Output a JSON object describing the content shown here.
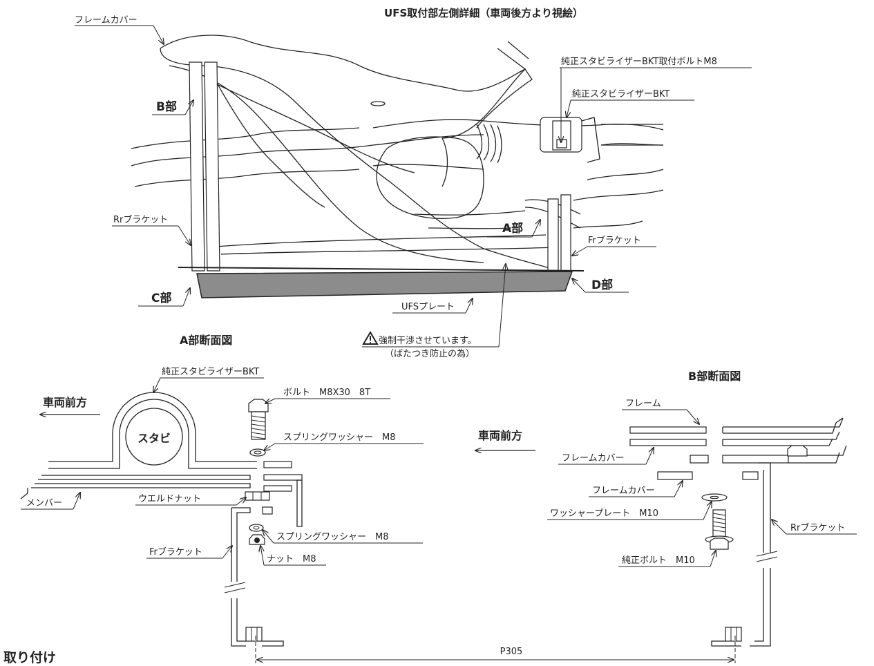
{
  "main_title": "UFS取付部左側詳細（車両後方より視絵）",
  "top_view": {
    "labels": {
      "frame_cover": "フレームカバー",
      "b_part": "B部",
      "stabilizer_bolt": "純正スタビライザーBKT取付ボルトM8",
      "stabilizer_bkt": "純正スタビライザーBKT",
      "rr_bracket": "Rrブラケット",
      "a_part": "A部",
      "fr_bracket": "Frブラケット",
      "c_part": "C部",
      "d_part": "D部",
      "ufs_plate": "UFSプレート",
      "warning_line1": "強制干渉させています。",
      "warning_line2": "（ばたつき防止の為）"
    },
    "warning_icon": "caution-triangle-icon"
  },
  "section_a": {
    "title": "A部断面図",
    "labels": {
      "stabilizer_bkt": "純正スタビライザーBKT",
      "vehicle_front": "車両前方",
      "stabi": "スタビ",
      "bolt": "ボルト　M8X30　8T",
      "spring_washer_top": "スプリングワッシャー　M8",
      "member": "メンバー",
      "weld_nut": "ウエルドナット",
      "spring_washer_bottom": "スプリングワッシャー　M8",
      "fr_bracket": "Frブラケット",
      "nut": "ナット　M8"
    }
  },
  "section_b": {
    "title": "B部断面図",
    "labels": {
      "vehicle_front": "車両前方",
      "frame": "フレーム",
      "frame_cover_1": "フレームカバー",
      "frame_cover_2": "フレームカバー",
      "washer_plate": "ワッシャープレート　M10",
      "rr_bracket": "Rrブラケット",
      "genuine_bolt": "純正ボルト　M10"
    }
  },
  "dimension": "P305",
  "footer": "取り付け",
  "colors": {
    "line": "#222222",
    "plate_fill": "#8c8c8c",
    "background": "#ffffff"
  }
}
